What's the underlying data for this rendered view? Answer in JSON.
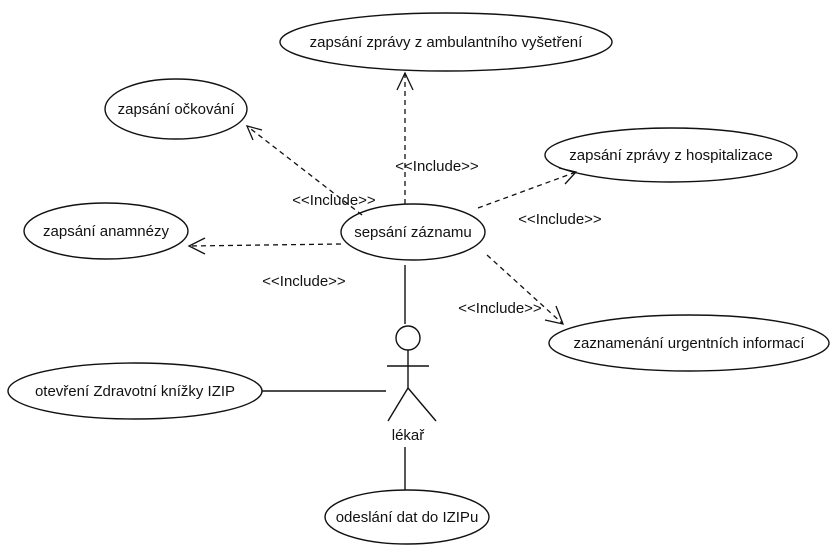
{
  "use_cases": {
    "ambulantni": "zapsání zprávy z ambulantního vyšetření",
    "ockovani": "zapsání očkování",
    "hospitalizace": "zapsání zprávy z hospitalizace",
    "anamneza": "zapsání anamnézy",
    "zaznam": "sepsání záznamu",
    "urgentni": "zaznamenání urgentních informací",
    "otevreni": "otevření Zdravotní knížky IZIP",
    "odeslani": "odeslání dat do IZIPu"
  },
  "actor": {
    "name": "lékař"
  },
  "include_labels": {
    "ambulantni": "<<Include>>",
    "ockovani": "<<Include>>",
    "hospitalizace": "<<Include>>",
    "anamneza": "<<Include>>",
    "urgentni": "<<Include>>"
  }
}
